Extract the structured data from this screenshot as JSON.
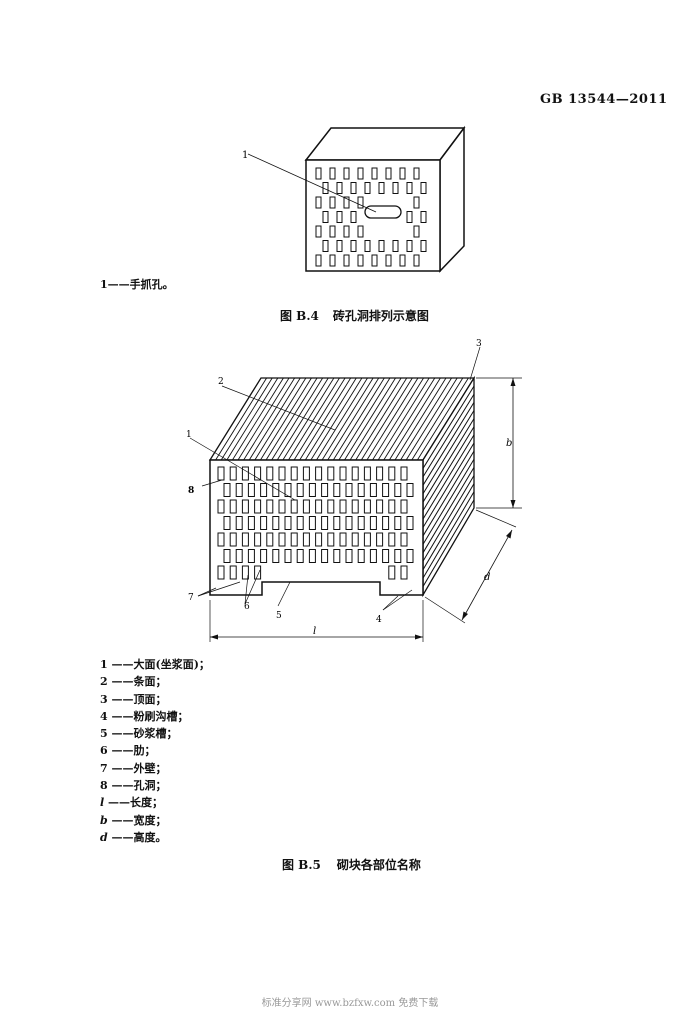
{
  "header": {
    "standard_number": "GB 13544—2011"
  },
  "figure_b4": {
    "callout": "1",
    "legend": [
      {
        "num": "1",
        "dash": "——",
        "text": "手抓孔。"
      }
    ],
    "caption_label": "图 B.4",
    "caption_title": "砖孔洞排列示意图"
  },
  "figure_b5": {
    "callouts": [
      "1",
      "2",
      "3",
      "4",
      "5",
      "6",
      "7",
      "8"
    ],
    "dim_labels": {
      "length": "l",
      "width": "b",
      "height": "d"
    },
    "legend": [
      {
        "num": "1",
        "dash": " ——",
        "text": "大面(坐浆面)；"
      },
      {
        "num": "2",
        "dash": " ——",
        "text": "条面；"
      },
      {
        "num": "3",
        "dash": " ——",
        "text": "顶面；"
      },
      {
        "num": "4",
        "dash": " ——",
        "text": "粉刷沟槽；"
      },
      {
        "num": "5",
        "dash": " ——",
        "text": "砂浆槽；"
      },
      {
        "num": "6",
        "dash": " ——",
        "text": "肋；"
      },
      {
        "num": "7",
        "dash": " ——",
        "text": "外壁；"
      },
      {
        "num": "8",
        "dash": " ——",
        "text": "孔洞；"
      },
      {
        "num": "l",
        "dash": " ——",
        "text": "长度；"
      },
      {
        "num": "b",
        "dash": " ——",
        "text": "宽度；"
      },
      {
        "num": "d",
        "dash": " ——",
        "text": "高度。"
      }
    ],
    "caption_label": "图 B.5",
    "caption_title": "砌块各部位名称"
  },
  "footer": {
    "watermark": "标准分享网 www.bzfxw.com 免费下载"
  }
}
